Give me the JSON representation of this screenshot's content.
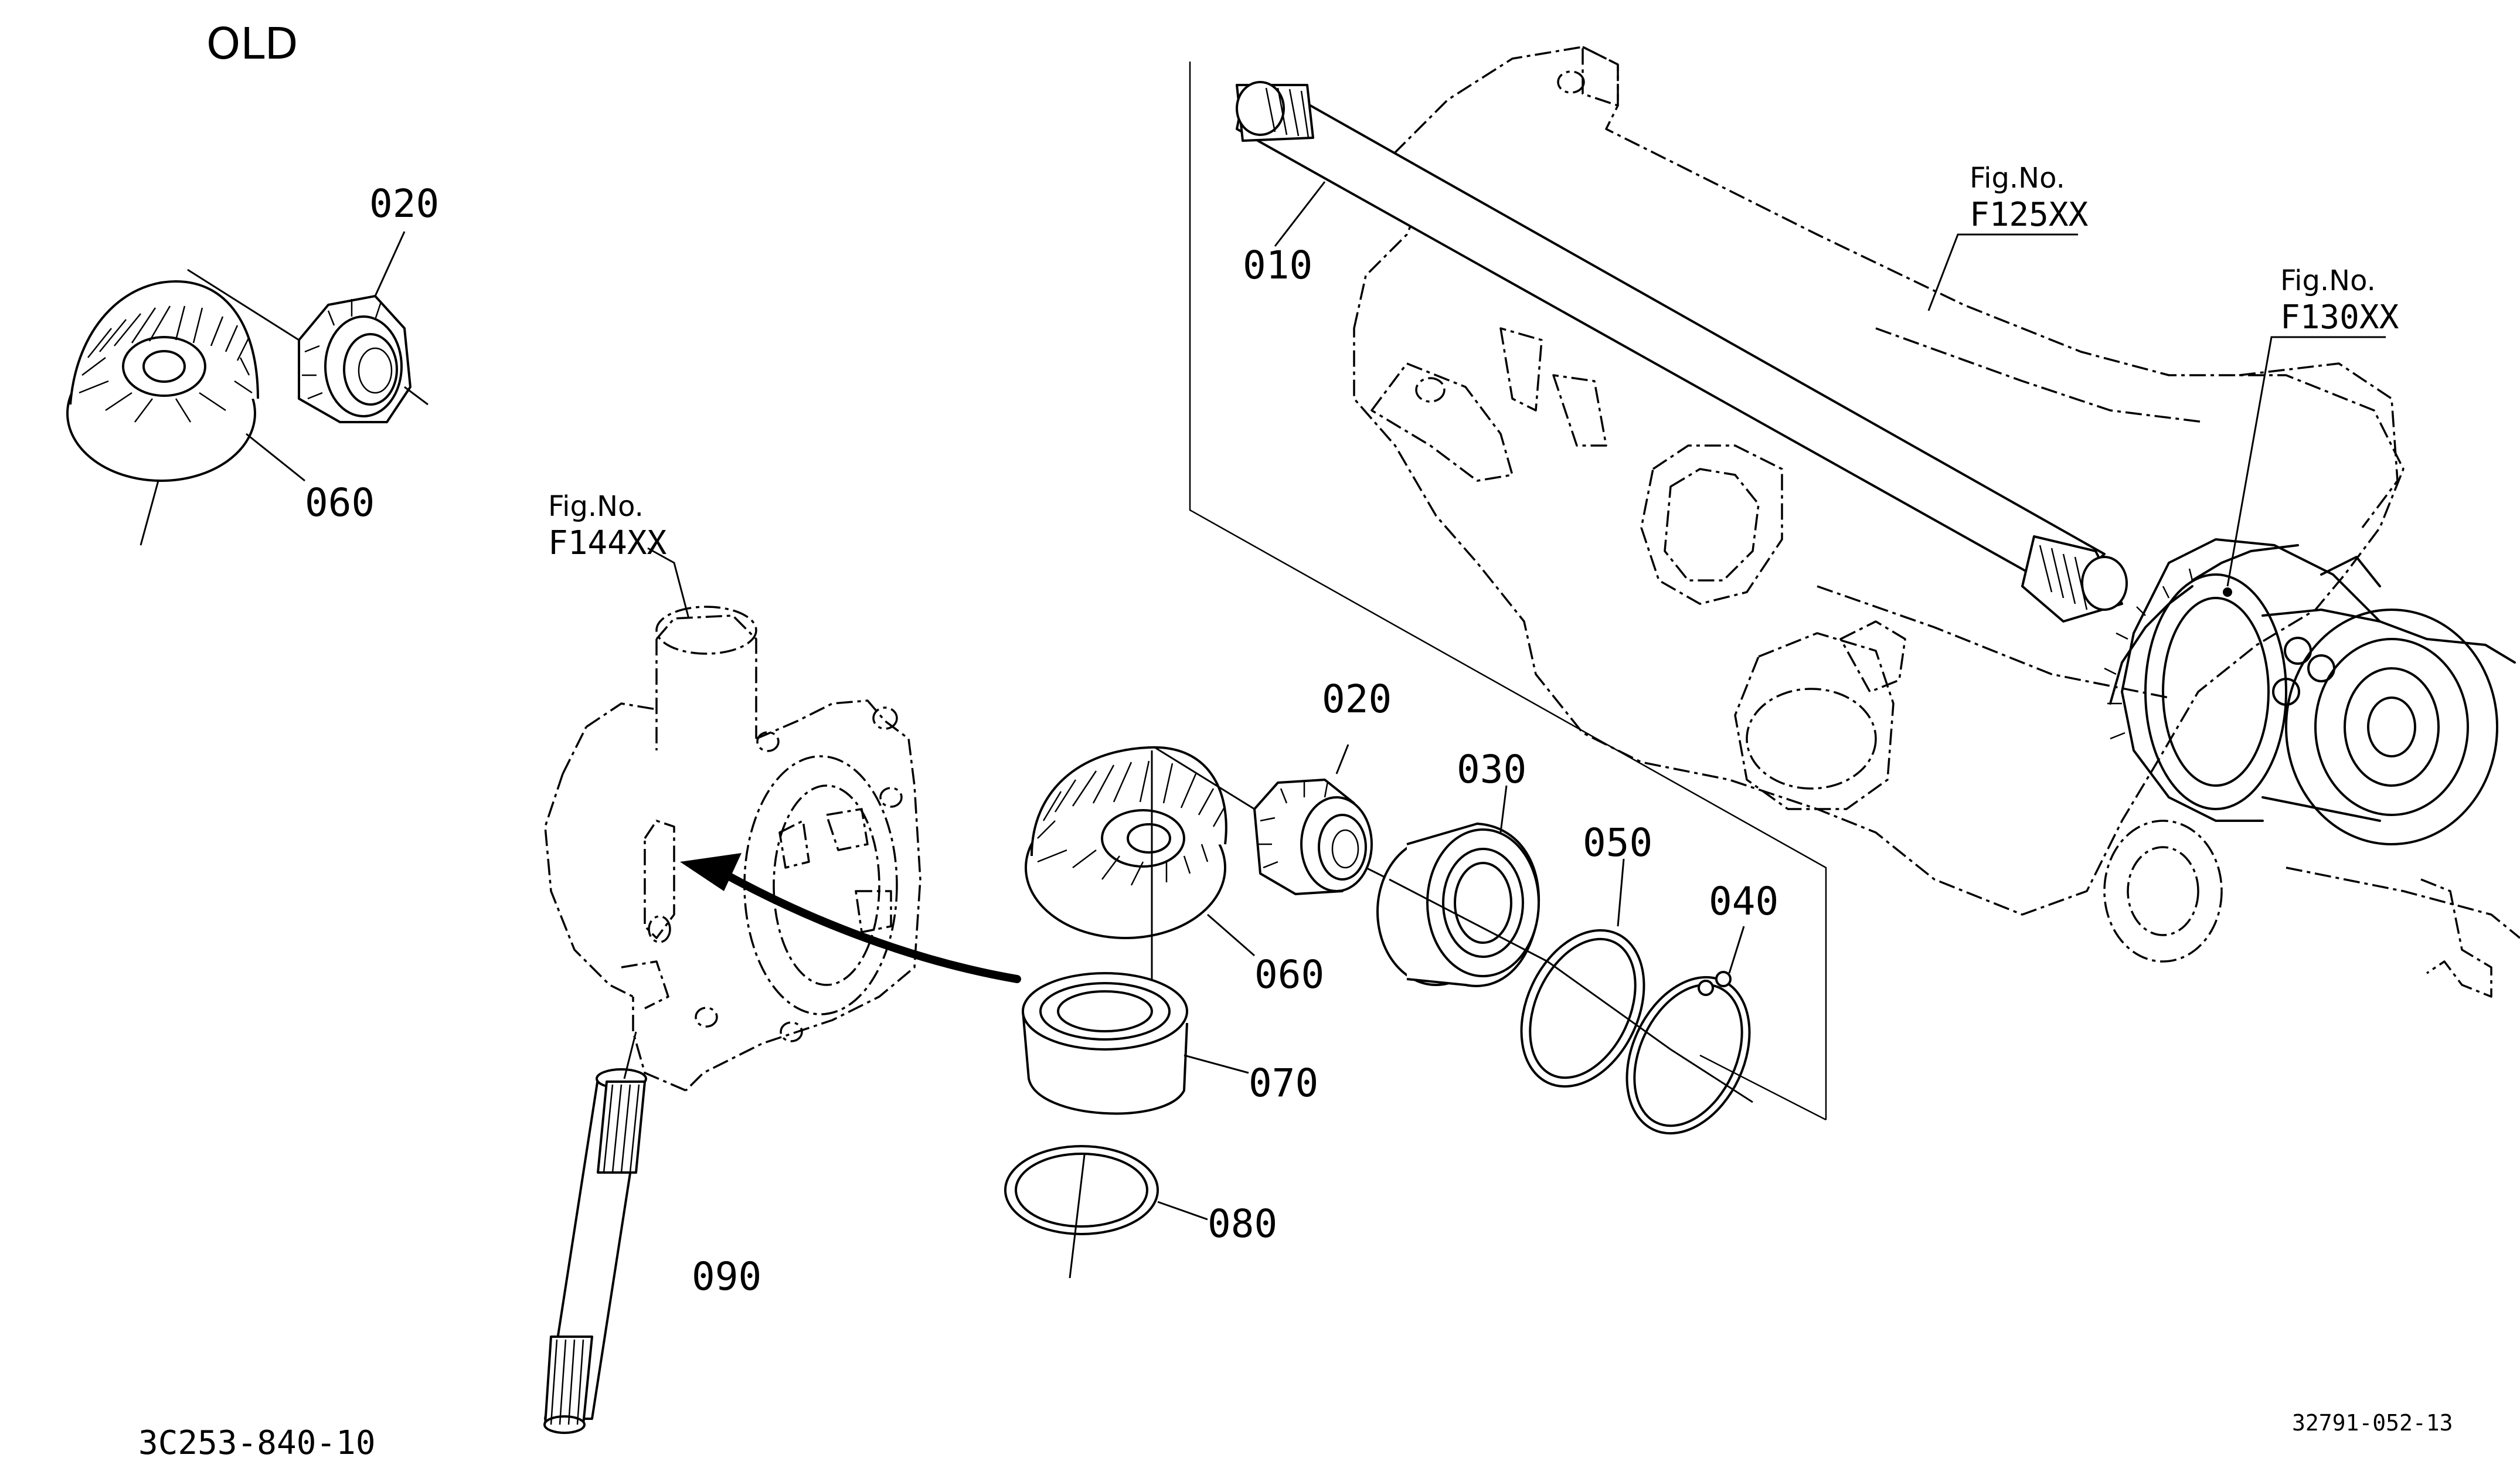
{
  "header": {
    "state_label": "OLD"
  },
  "part_labels": {
    "p010": "010",
    "p020_old": "020",
    "p060_old": "060",
    "p020": "020",
    "p030": "030",
    "p040": "040",
    "p050": "050",
    "p060": "060",
    "p070": "070",
    "p080": "080",
    "p090": "090"
  },
  "fig_refs": {
    "f144": {
      "title": "Fig.No.",
      "code": "F144XX"
    },
    "f125": {
      "title": "Fig.No.",
      "code": "F125XX"
    },
    "f130": {
      "title": "Fig.No.",
      "code": "F130XX"
    }
  },
  "footer": {
    "part_number": "3C253-840-10",
    "drawing_number": "32791-052-13"
  }
}
